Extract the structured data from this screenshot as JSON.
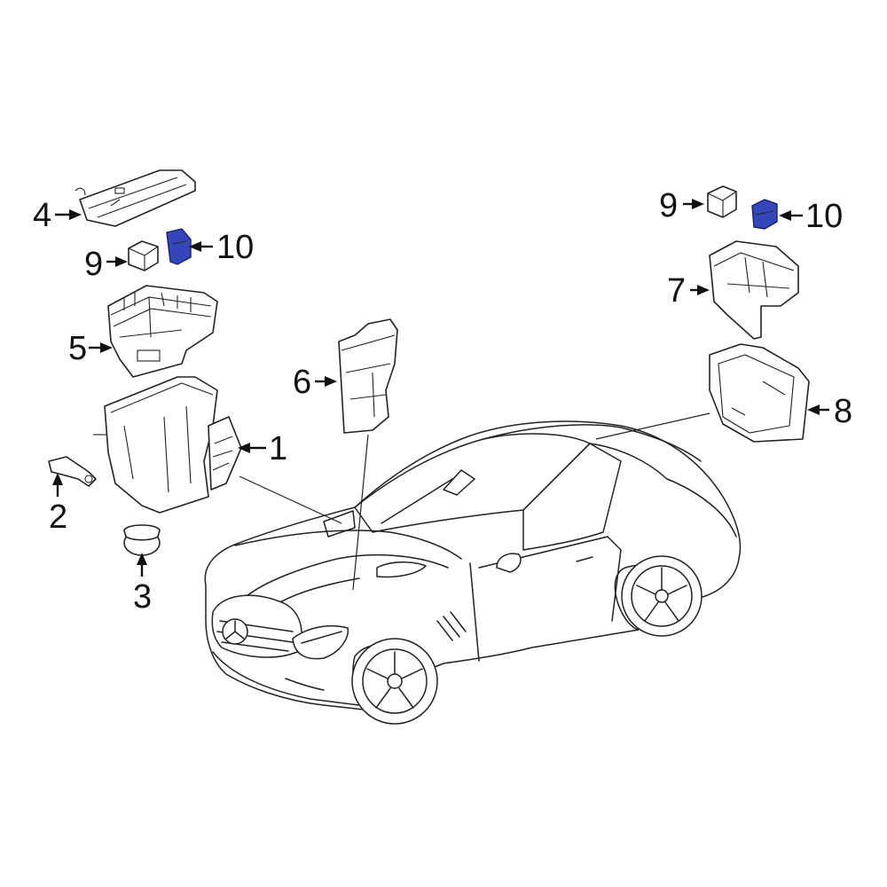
{
  "diagram": {
    "callouts": [
      {
        "id": "1",
        "label": "1"
      },
      {
        "id": "2",
        "label": "2"
      },
      {
        "id": "3",
        "label": "3"
      },
      {
        "id": "4",
        "label": "4"
      },
      {
        "id": "5",
        "label": "5"
      },
      {
        "id": "6",
        "label": "6"
      },
      {
        "id": "7",
        "label": "7"
      },
      {
        "id": "8",
        "label": "8"
      },
      {
        "id": "9a",
        "label": "9"
      },
      {
        "id": "9b",
        "label": "9"
      },
      {
        "id": "10a",
        "label": "10"
      },
      {
        "id": "10b",
        "label": "10"
      }
    ],
    "colors": {
      "line": "#222222",
      "highlight_part": "#3347b8",
      "background": "#ffffff"
    }
  }
}
